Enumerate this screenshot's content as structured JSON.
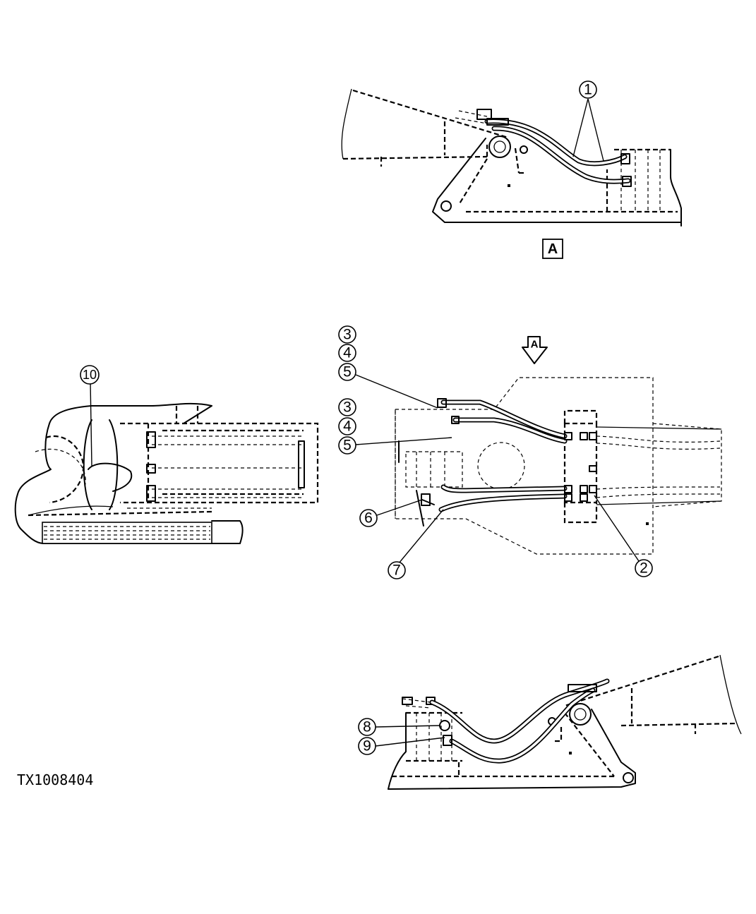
{
  "figure_id": "TX1008404",
  "view_label": "A",
  "view_arrow_label": "A",
  "callouts": {
    "c1": "1",
    "c2": "2",
    "c3a": "3",
    "c4a": "4",
    "c5a": "5",
    "c3b": "3",
    "c4b": "4",
    "c5b": "5",
    "c6": "6",
    "c7": "7",
    "c8": "8",
    "c9": "9",
    "c10": "10"
  }
}
